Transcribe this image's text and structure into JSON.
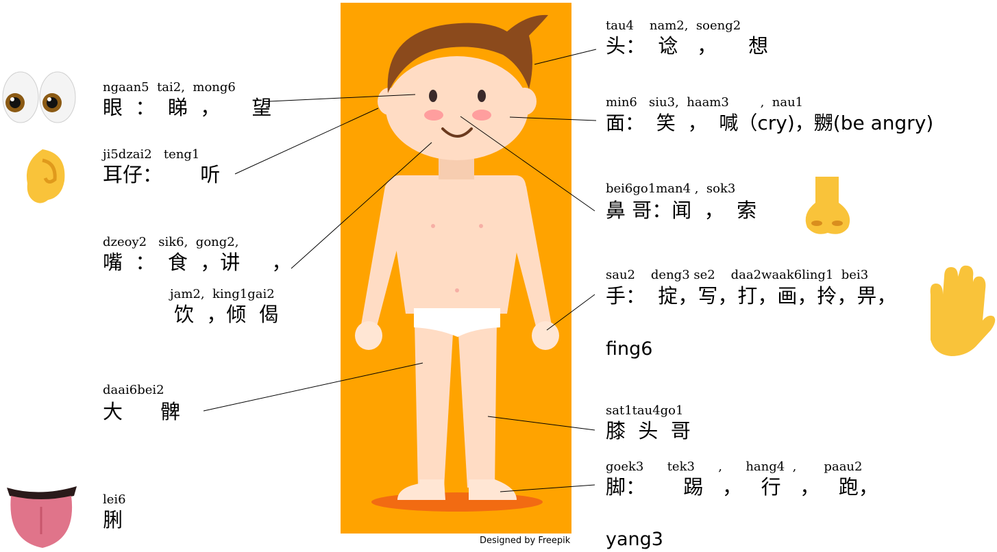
{
  "credit": "Designed by Freepik",
  "colors": {
    "background_panel": "#FFA300",
    "shadow": "#F26B12",
    "skin": "#FFDCC4",
    "hair": "#8B4A1C",
    "underwear": "#FFFFFF",
    "cheek": "#FF9E9E"
  },
  "labels": {
    "head": {
      "jyutping": "tau4    nam2,  soeng2",
      "text": "头：  谂   ，     想"
    },
    "face": {
      "jyutping": "min6   siu3,  haam3        ,  nau1",
      "text": "面：  笑  ，  喊（cry)，嬲(be angry)"
    },
    "nose": {
      "jyutping": "bei6go1man4 ,  sok3",
      "text": "鼻 哥：闻  ，  索"
    },
    "hand": {
      "jyutping": "sau2    deng3 se2    daa2waak6ling1  bei3",
      "text": "手：  掟，写，打，画，拎，畀，",
      "text2": "fing6"
    },
    "knee": {
      "jyutping": "sat1tau4go1",
      "text": "膝  头  哥"
    },
    "foot": {
      "jyutping": "goek3      tek3      ,      hang4  ,       paau2",
      "text": "脚：      踢   ，   行   ，   跑，",
      "text2": "yang3"
    },
    "eye": {
      "jyutping": "ngaan5  tai2,  mong6",
      "text": "眼  ：  睇  ，     望"
    },
    "ear": {
      "jyutping": "ji5dzai2   teng1",
      "text": "耳仔：      听"
    },
    "mouth": {
      "jyutping": "dzeoy2   sik6,  gong2,",
      "text": "嘴  ：  食  ，讲     ，",
      "jyutping2": "jam2,  king1gai2",
      "text2": "饮  ，倾  偈"
    },
    "thigh": {
      "jyutping": "daai6bei2",
      "text": "大      髀"
    },
    "tongue": {
      "jyutping": "lei6",
      "text": "脷"
    }
  },
  "icons": [
    "eyes-emoji",
    "ear-emoji",
    "tongue-emoji",
    "nose-emoji",
    "raised-hand-emoji"
  ]
}
